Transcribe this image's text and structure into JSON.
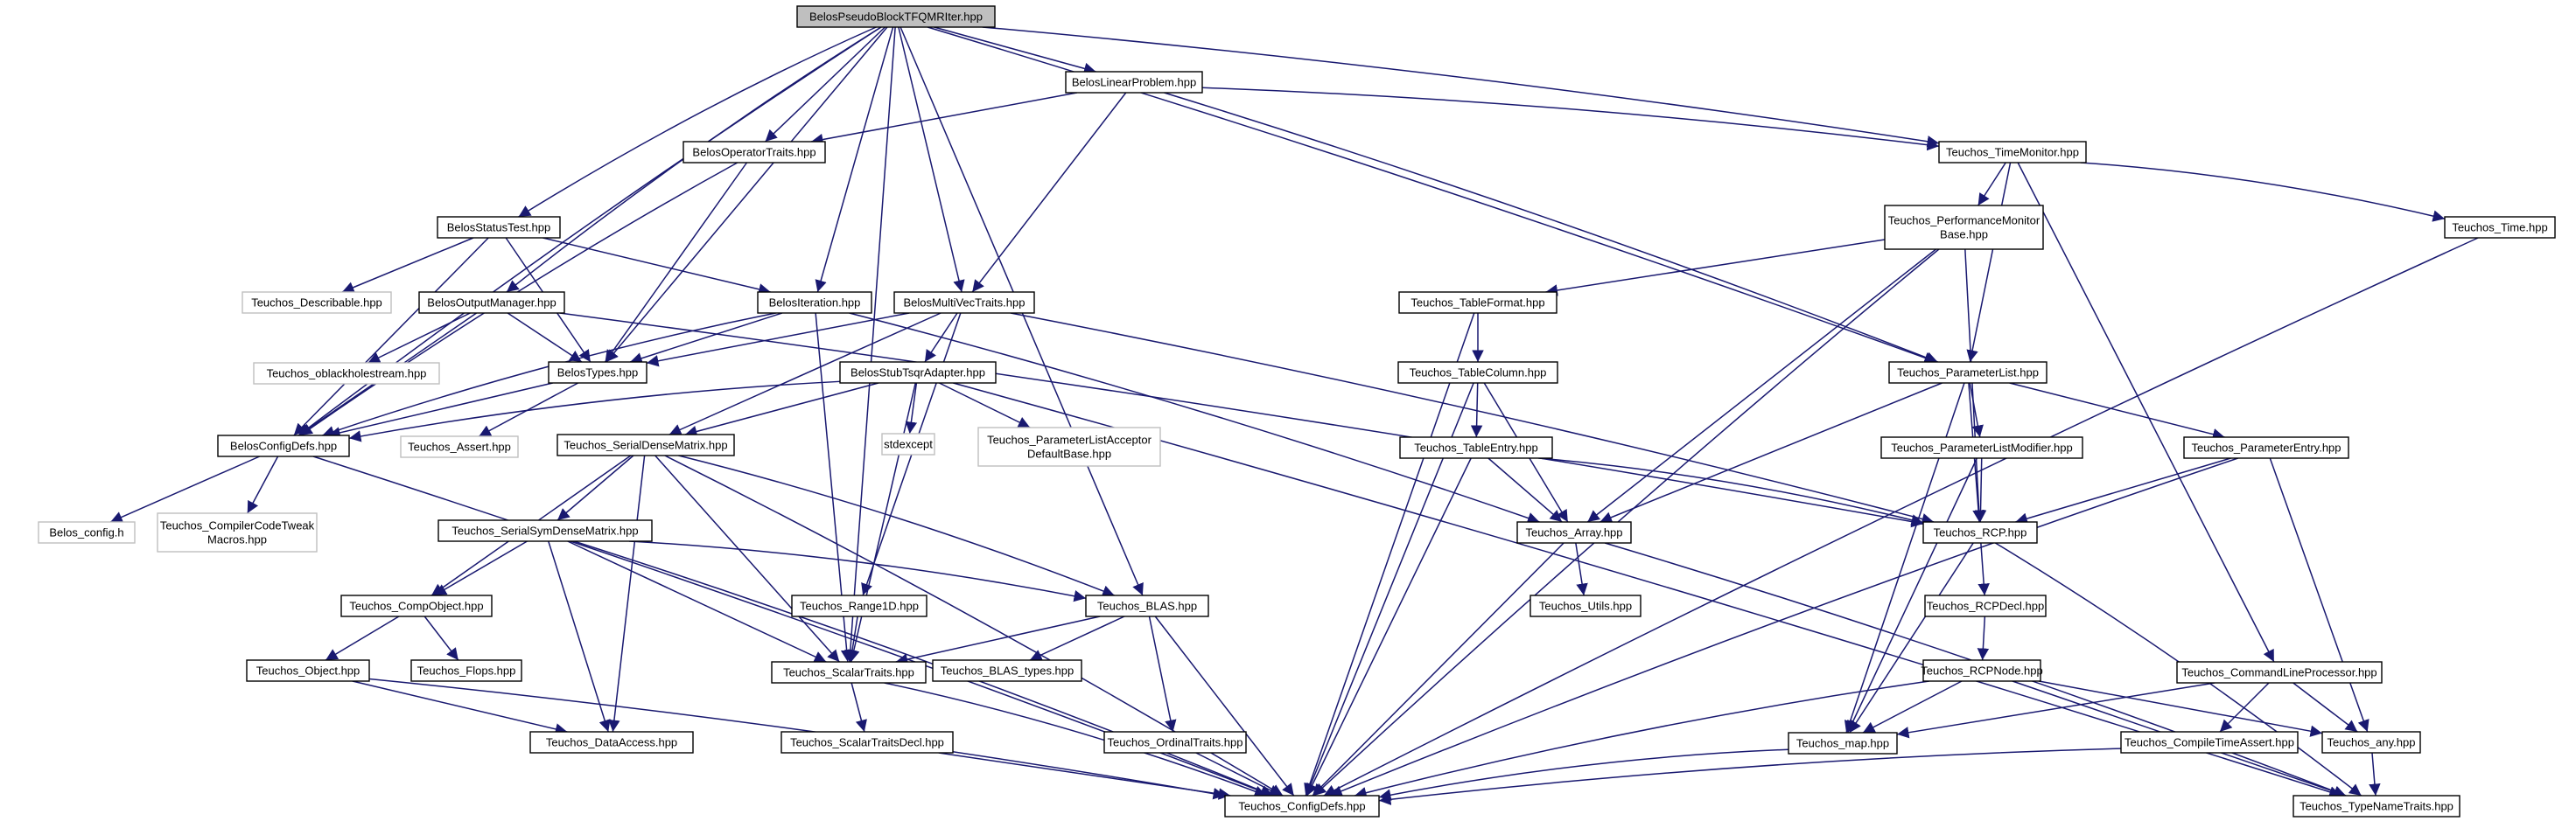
{
  "diagram": {
    "root": "BelosPseudoBlockTFQMRIter.hpp",
    "colors": {
      "edge": "#191970",
      "root_fill": "#bfbfbf",
      "node_fill": "#ffffff",
      "node_border": "#000000",
      "external_border": "#bfbfbf"
    },
    "nodes": [
      {
        "id": "root",
        "lines": [
          "BelosPseudoBlockTFQMRIter.hpp"
        ],
        "style": "root"
      },
      {
        "id": "linprob",
        "lines": [
          "BelosLinearProblem.hpp"
        ],
        "style": "normal"
      },
      {
        "id": "optraits",
        "lines": [
          "BelosOperatorTraits.hpp"
        ],
        "style": "normal"
      },
      {
        "id": "timemon",
        "lines": [
          "Teuchos_TimeMonitor.hpp"
        ],
        "style": "normal"
      },
      {
        "id": "perfmon",
        "lines": [
          "Teuchos_PerformanceMonitor",
          "Base.hpp"
        ],
        "style": "normal"
      },
      {
        "id": "time",
        "lines": [
          "Teuchos_Time.hpp"
        ],
        "style": "normal"
      },
      {
        "id": "statustest",
        "lines": [
          "BelosStatusTest.hpp"
        ],
        "style": "normal"
      },
      {
        "id": "describable",
        "lines": [
          "Teuchos_Describable.hpp"
        ],
        "style": "gray"
      },
      {
        "id": "outmgr",
        "lines": [
          "BelosOutputManager.hpp"
        ],
        "style": "normal"
      },
      {
        "id": "iteration",
        "lines": [
          "BelosIteration.hpp"
        ],
        "style": "normal"
      },
      {
        "id": "mvtraits",
        "lines": [
          "BelosMultiVecTraits.hpp"
        ],
        "style": "normal"
      },
      {
        "id": "tableformat",
        "lines": [
          "Teuchos_TableFormat.hpp"
        ],
        "style": "normal"
      },
      {
        "id": "oblack",
        "lines": [
          "Teuchos_oblackholestream.hpp"
        ],
        "style": "gray"
      },
      {
        "id": "types",
        "lines": [
          "BelosTypes.hpp"
        ],
        "style": "normal"
      },
      {
        "id": "stubtsqr",
        "lines": [
          "BelosStubTsqrAdapter.hpp"
        ],
        "style": "normal"
      },
      {
        "id": "tablecolumn",
        "lines": [
          "Teuchos_TableColumn.hpp"
        ],
        "style": "normal"
      },
      {
        "id": "paramlist",
        "lines": [
          "Teuchos_ParameterList.hpp"
        ],
        "style": "normal"
      },
      {
        "id": "configdefs",
        "lines": [
          "BelosConfigDefs.hpp"
        ],
        "style": "normal"
      },
      {
        "id": "assert",
        "lines": [
          "Teuchos_Assert.hpp"
        ],
        "style": "gray"
      },
      {
        "id": "serialdense",
        "lines": [
          "Teuchos_SerialDenseMatrix.hpp"
        ],
        "style": "normal"
      },
      {
        "id": "stdexcept",
        "lines": [
          "stdexcept"
        ],
        "style": "gray"
      },
      {
        "id": "placcept",
        "lines": [
          "Teuchos_ParameterListAcceptor",
          "DefaultBase.hpp"
        ],
        "style": "gray"
      },
      {
        "id": "tableentry",
        "lines": [
          "Teuchos_TableEntry.hpp"
        ],
        "style": "normal"
      },
      {
        "id": "plmodifier",
        "lines": [
          "Teuchos_ParameterListModifier.hpp"
        ],
        "style": "normal"
      },
      {
        "id": "paramentry",
        "lines": [
          "Teuchos_ParameterEntry.hpp"
        ],
        "style": "normal"
      },
      {
        "id": "belosconfig",
        "lines": [
          "Belos_config.h"
        ],
        "style": "gray"
      },
      {
        "id": "cctweak",
        "lines": [
          "Teuchos_CompilerCodeTweak",
          "Macros.hpp"
        ],
        "style": "gray"
      },
      {
        "id": "serialsym",
        "lines": [
          "Teuchos_SerialSymDenseMatrix.hpp"
        ],
        "style": "normal"
      },
      {
        "id": "array",
        "lines": [
          "Teuchos_Array.hpp"
        ],
        "style": "normal"
      },
      {
        "id": "rcp",
        "lines": [
          "Teuchos_RCP.hpp"
        ],
        "style": "normal"
      },
      {
        "id": "compobject",
        "lines": [
          "Teuchos_CompObject.hpp"
        ],
        "style": "normal"
      },
      {
        "id": "range1d",
        "lines": [
          "Teuchos_Range1D.hpp"
        ],
        "style": "normal"
      },
      {
        "id": "blas",
        "lines": [
          "Teuchos_BLAS.hpp"
        ],
        "style": "normal"
      },
      {
        "id": "utils",
        "lines": [
          "Teuchos_Utils.hpp"
        ],
        "style": "normal"
      },
      {
        "id": "rcpdecl",
        "lines": [
          "Teuchos_RCPDecl.hpp"
        ],
        "style": "normal"
      },
      {
        "id": "object",
        "lines": [
          "Teuchos_Object.hpp"
        ],
        "style": "normal"
      },
      {
        "id": "flops",
        "lines": [
          "Teuchos_Flops.hpp"
        ],
        "style": "normal"
      },
      {
        "id": "scalartraits",
        "lines": [
          "Teuchos_ScalarTraits.hpp"
        ],
        "style": "normal"
      },
      {
        "id": "blastypes",
        "lines": [
          "Teuchos_BLAS_types.hpp"
        ],
        "style": "normal"
      },
      {
        "id": "rcpnode",
        "lines": [
          "Teuchos_RCPNode.hpp"
        ],
        "style": "normal"
      },
      {
        "id": "cmdline",
        "lines": [
          "Teuchos_CommandLineProcessor.hpp"
        ],
        "style": "normal"
      },
      {
        "id": "dataaccess",
        "lines": [
          "Teuchos_DataAccess.hpp"
        ],
        "style": "normal"
      },
      {
        "id": "scalardecl",
        "lines": [
          "Teuchos_ScalarTraitsDecl.hpp"
        ],
        "style": "normal"
      },
      {
        "id": "ordinal",
        "lines": [
          "Teuchos_OrdinalTraits.hpp"
        ],
        "style": "normal"
      },
      {
        "id": "map",
        "lines": [
          "Teuchos_map.hpp"
        ],
        "style": "normal"
      },
      {
        "id": "ctassert",
        "lines": [
          "Teuchos_CompileTimeAssert.hpp"
        ],
        "style": "normal"
      },
      {
        "id": "any",
        "lines": [
          "Teuchos_any.hpp"
        ],
        "style": "normal"
      },
      {
        "id": "tconfig",
        "lines": [
          "Teuchos_ConfigDefs.hpp"
        ],
        "style": "normal"
      },
      {
        "id": "typename",
        "lines": [
          "Teuchos_TypeNameTraits.hpp"
        ],
        "style": "normal"
      }
    ],
    "edges": [
      [
        "root",
        "linprob"
      ],
      [
        "root",
        "optraits"
      ],
      [
        "root",
        "timemon"
      ],
      [
        "root",
        "statustest"
      ],
      [
        "root",
        "outmgr"
      ],
      [
        "root",
        "iteration"
      ],
      [
        "root",
        "mvtraits"
      ],
      [
        "root",
        "types"
      ],
      [
        "root",
        "configdefs"
      ],
      [
        "root",
        "paramlist"
      ],
      [
        "root",
        "scalartraits"
      ],
      [
        "root",
        "blas"
      ],
      [
        "linprob",
        "optraits"
      ],
      [
        "linprob",
        "timemon"
      ],
      [
        "linprob",
        "mvtraits"
      ],
      [
        "linprob",
        "paramlist"
      ],
      [
        "optraits",
        "types"
      ],
      [
        "optraits",
        "configdefs"
      ],
      [
        "timemon",
        "perfmon"
      ],
      [
        "timemon",
        "time"
      ],
      [
        "timemon",
        "paramlist"
      ],
      [
        "timemon",
        "cmdline"
      ],
      [
        "perfmon",
        "tableformat"
      ],
      [
        "perfmon",
        "array"
      ],
      [
        "perfmon",
        "rcp"
      ],
      [
        "perfmon",
        "tconfig"
      ],
      [
        "time",
        "tconfig"
      ],
      [
        "statustest",
        "describable"
      ],
      [
        "statustest",
        "types"
      ],
      [
        "statustest",
        "iteration"
      ],
      [
        "statustest",
        "configdefs"
      ],
      [
        "outmgr",
        "oblack"
      ],
      [
        "outmgr",
        "types"
      ],
      [
        "outmgr",
        "configdefs"
      ],
      [
        "outmgr",
        "rcp"
      ],
      [
        "iteration",
        "types"
      ],
      [
        "iteration",
        "configdefs"
      ],
      [
        "iteration",
        "array"
      ],
      [
        "iteration",
        "scalartraits"
      ],
      [
        "mvtraits",
        "types"
      ],
      [
        "mvtraits",
        "stubtsqr"
      ],
      [
        "mvtraits",
        "serialdense"
      ],
      [
        "mvtraits",
        "range1d"
      ],
      [
        "mvtraits",
        "rcp"
      ],
      [
        "types",
        "configdefs"
      ],
      [
        "types",
        "assert"
      ],
      [
        "stubtsqr",
        "configdefs"
      ],
      [
        "stubtsqr",
        "stdexcept"
      ],
      [
        "stubtsqr",
        "placcept"
      ],
      [
        "stubtsqr",
        "serialdense"
      ],
      [
        "stubtsqr",
        "scalartraits"
      ],
      [
        "stubtsqr",
        "typename"
      ],
      [
        "tableformat",
        "tablecolumn"
      ],
      [
        "tableformat",
        "tconfig"
      ],
      [
        "tablecolumn",
        "tableentry"
      ],
      [
        "tablecolumn",
        "array"
      ],
      [
        "tablecolumn",
        "tconfig"
      ],
      [
        "tableentry",
        "array"
      ],
      [
        "tableentry",
        "rcp"
      ],
      [
        "tableentry",
        "tconfig"
      ],
      [
        "paramlist",
        "plmodifier"
      ],
      [
        "paramlist",
        "paramentry"
      ],
      [
        "paramlist",
        "rcp"
      ],
      [
        "paramlist",
        "array"
      ],
      [
        "paramlist",
        "map"
      ],
      [
        "plmodifier",
        "rcp"
      ],
      [
        "plmodifier",
        "map"
      ],
      [
        "paramentry",
        "rcp"
      ],
      [
        "paramentry",
        "any"
      ],
      [
        "paramentry",
        "tconfig"
      ],
      [
        "configdefs",
        "belosconfig"
      ],
      [
        "configdefs",
        "cctweak"
      ],
      [
        "configdefs",
        "tconfig"
      ],
      [
        "serialdense",
        "compobject"
      ],
      [
        "serialdense",
        "serialsym"
      ],
      [
        "serialdense",
        "blas"
      ],
      [
        "serialdense",
        "scalartraits"
      ],
      [
        "serialdense",
        "dataaccess"
      ],
      [
        "serialdense",
        "tconfig"
      ],
      [
        "serialsym",
        "compobject"
      ],
      [
        "serialsym",
        "blas"
      ],
      [
        "serialsym",
        "scalartraits"
      ],
      [
        "serialsym",
        "dataaccess"
      ],
      [
        "serialsym",
        "tconfig"
      ],
      [
        "compobject",
        "object"
      ],
      [
        "compobject",
        "flops"
      ],
      [
        "object",
        "dataaccess"
      ],
      [
        "object",
        "tconfig"
      ],
      [
        "range1d",
        "scalartraits"
      ],
      [
        "blas",
        "scalartraits"
      ],
      [
        "blas",
        "blastypes"
      ],
      [
        "blas",
        "ordinal"
      ],
      [
        "blas",
        "tconfig"
      ],
      [
        "array",
        "utils"
      ],
      [
        "array",
        "tconfig"
      ],
      [
        "array",
        "typename"
      ],
      [
        "rcp",
        "rcpdecl"
      ],
      [
        "rcp",
        "map"
      ],
      [
        "rcp",
        "typename"
      ],
      [
        "rcpdecl",
        "rcpnode"
      ],
      [
        "rcpnode",
        "map"
      ],
      [
        "rcpnode",
        "any"
      ],
      [
        "rcpnode",
        "tconfig"
      ],
      [
        "rcpnode",
        "typename"
      ],
      [
        "scalartraits",
        "scalardecl"
      ],
      [
        "scalartraits",
        "tconfig"
      ],
      [
        "scalardecl",
        "tconfig"
      ],
      [
        "ordinal",
        "tconfig"
      ],
      [
        "cmdline",
        "ctassert"
      ],
      [
        "cmdline",
        "any"
      ],
      [
        "cmdline",
        "map"
      ],
      [
        "ctassert",
        "tconfig"
      ],
      [
        "map",
        "tconfig"
      ],
      [
        "any",
        "typename"
      ]
    ]
  }
}
